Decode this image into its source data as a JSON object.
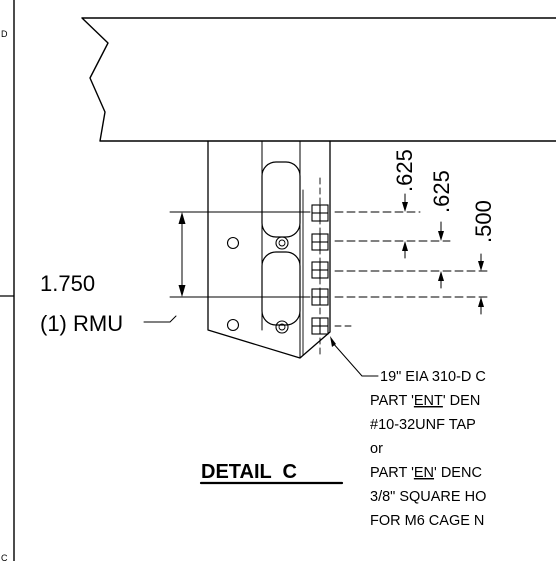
{
  "border": {
    "zone_top": "D",
    "zone_bottom": "C"
  },
  "dimensions": {
    "pitch_a": ".625",
    "pitch_b": ".625",
    "pitch_c": ".500",
    "rmu_value": "1.750",
    "rmu_label": "(1) RMU"
  },
  "note": {
    "line1": "19\" EIA 310-D C",
    "line2_pre": "PART '",
    "line2_code": "ENT",
    "line2_post": "' DEN",
    "line3": "#10-32UNF TAP",
    "line4": "or",
    "line5_pre": "PART '",
    "line5_code": "EN",
    "line5_post": "' DENC",
    "line6": "3/8\" SQUARE HO",
    "line7": "FOR M6 CAGE N"
  },
  "detail_title": "DETAIL  C"
}
